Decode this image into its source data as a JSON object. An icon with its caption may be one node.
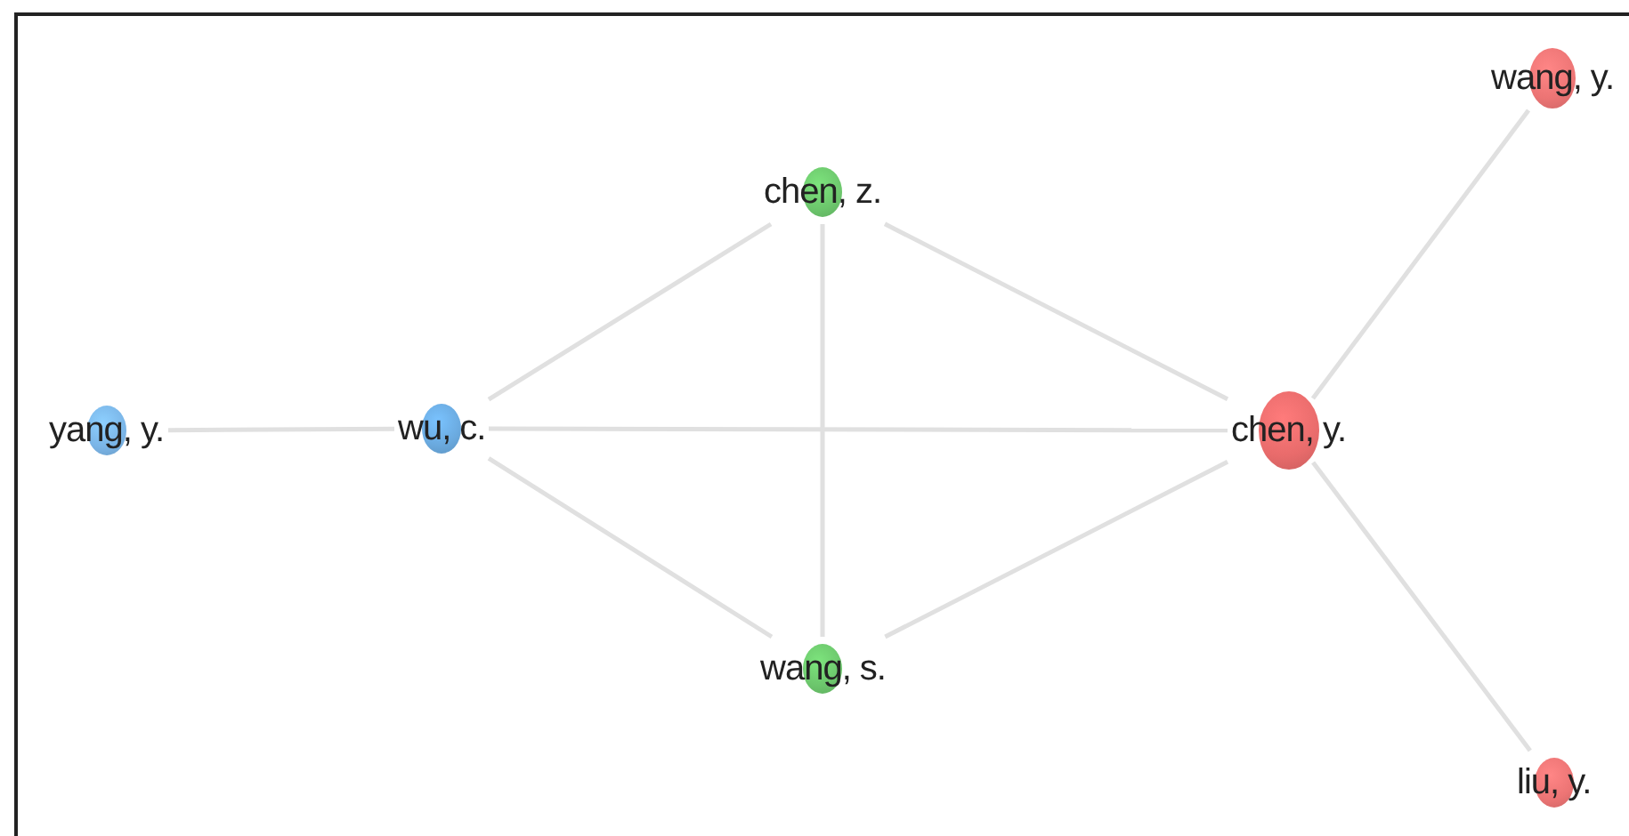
{
  "diagram": {
    "nodes": [
      {
        "text": [
          "chen, z."
        ]
      },
      {
        "text": [
          "yang, y."
        ]
      },
      {
        "text": [
          "wu, c."
        ]
      },
      {
        "text": [
          "chen, y."
        ]
      },
      {
        "text": [
          "wang, y."
        ]
      },
      {
        "text": [
          "wang, s."
        ]
      },
      {
        "text": [
          "liu, y."
        ]
      }
    ],
    "edges": [
      {
        "from": 1,
        "to": 2,
        "arrow": "none"
      },
      {
        "from": 2,
        "to": 0,
        "arrow": "none"
      },
      {
        "from": 2,
        "to": 3,
        "arrow": "none"
      },
      {
        "from": 2,
        "to": 5,
        "arrow": "none"
      },
      {
        "from": 0,
        "to": 5,
        "arrow": "none"
      },
      {
        "from": 0,
        "to": 3,
        "arrow": "none"
      },
      {
        "from": 5,
        "to": 3,
        "arrow": "none"
      },
      {
        "from": 3,
        "to": 4,
        "arrow": "none"
      },
      {
        "from": 3,
        "to": 6,
        "arrow": "none"
      }
    ]
  }
}
